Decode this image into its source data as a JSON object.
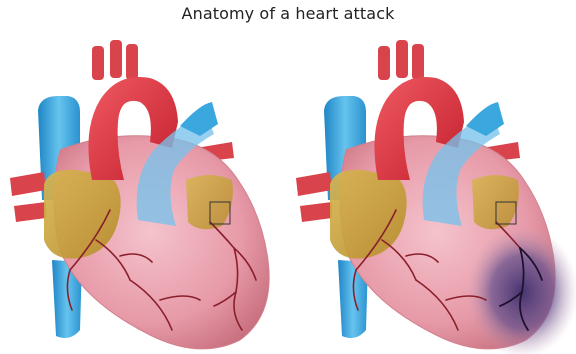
{
  "title": "Anatomy of a heart attack",
  "colors": {
    "background": "#ffffff",
    "muscle": "#e79aa8",
    "muscle_dark": "#c9707f",
    "aorta": "#e2343f",
    "vena_cava": "#3aa7df",
    "atrium": "#c4a13a",
    "coronary_artery": "#8a1f2b",
    "infarct": "#4a3a78",
    "blockage_box": "#333333"
  },
  "figures": [
    {
      "state": "healthy"
    },
    {
      "state": "blocked-artery-with-damaged-tissue"
    }
  ]
}
